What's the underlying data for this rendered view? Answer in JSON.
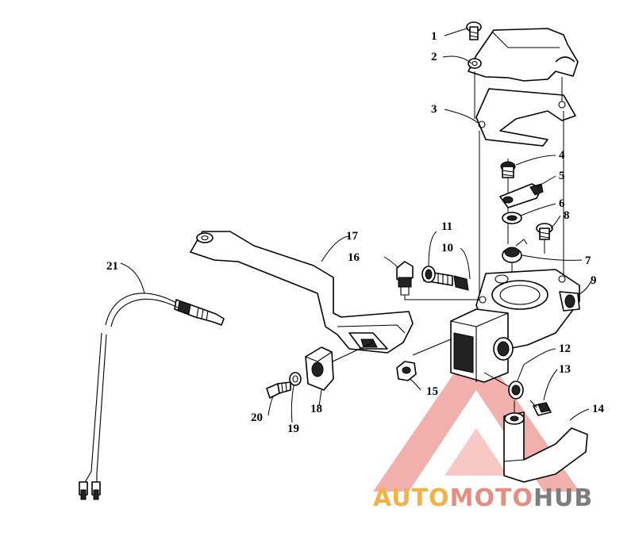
{
  "callouts": [
    "1",
    "2",
    "3",
    "4",
    "5",
    "6",
    "7",
    "8",
    "9",
    "10",
    "11",
    "12",
    "13",
    "14",
    "15",
    "16",
    "17",
    "18",
    "19",
    "20",
    "21"
  ],
  "watermark": {
    "part_auto": "AUTO",
    "part_moto": "MOTO",
    "part_hub": "HUB",
    "triangle_color": "#e8706a",
    "auto_color": "#f2b24a",
    "moto_color": "#e58d7f",
    "hub_color": "#7d7d7d"
  }
}
